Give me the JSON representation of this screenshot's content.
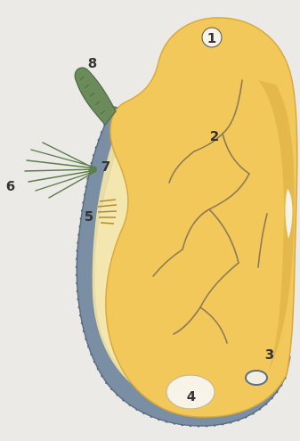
{
  "diagram": {
    "labels": [
      {
        "id": "1",
        "text": "1"
      },
      {
        "id": "2",
        "text": "2"
      },
      {
        "id": "3",
        "text": "3"
      },
      {
        "id": "4",
        "text": "4"
      },
      {
        "id": "5",
        "text": "5"
      },
      {
        "id": "6",
        "text": "6"
      },
      {
        "id": "7",
        "text": "7"
      },
      {
        "id": "8",
        "text": "8"
      }
    ]
  },
  "colors": {
    "background": "#eceae6",
    "yolk": "#f2c85a",
    "yolk_shade": "#e0b146",
    "membrane": "#7a8ea4",
    "spines": "#4a5a70",
    "tentacle": "#6b8c5a",
    "vessels": "#8c7a55"
  }
}
